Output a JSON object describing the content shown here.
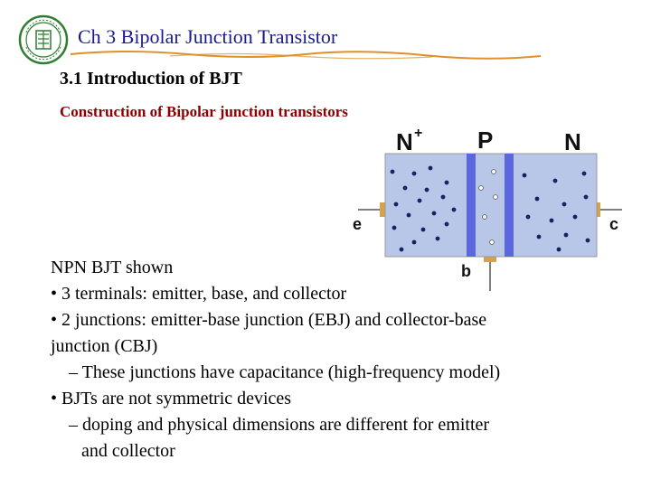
{
  "header": {
    "title": "Ch 3 Bipolar Junction Transistor",
    "logo_icon": "university-seal-icon"
  },
  "section": {
    "title": "3.1 Introduction of BJT",
    "subtitle": "Construction of Bipolar junction transistors"
  },
  "diagram": {
    "region_labels": [
      "N",
      "P",
      "N"
    ],
    "superscript": "+",
    "terminal_emitter": "e",
    "terminal_base": "b",
    "terminal_collector": "c",
    "colors": {
      "body": "#b8c6e8",
      "junction": "#5a67dd",
      "outline": "#999999",
      "lead": "#d4a24a"
    }
  },
  "body": {
    "lines": [
      "NPN BJT shown",
      "• 3 terminals: emitter, base, and collector",
      "• 2 junctions: emitter-base junction (EBJ) and collector-base",
      "junction (CBJ)",
      "– These junctions have capacitance (high-frequency model)",
      "• BJTs are not symmetric devices",
      "– doping and physical dimensions are different for emitter",
      "and collector"
    ]
  },
  "colors": {
    "header_title": "#1a1a8c",
    "subtitle": "#8b0000",
    "rule": "#e0902a"
  }
}
